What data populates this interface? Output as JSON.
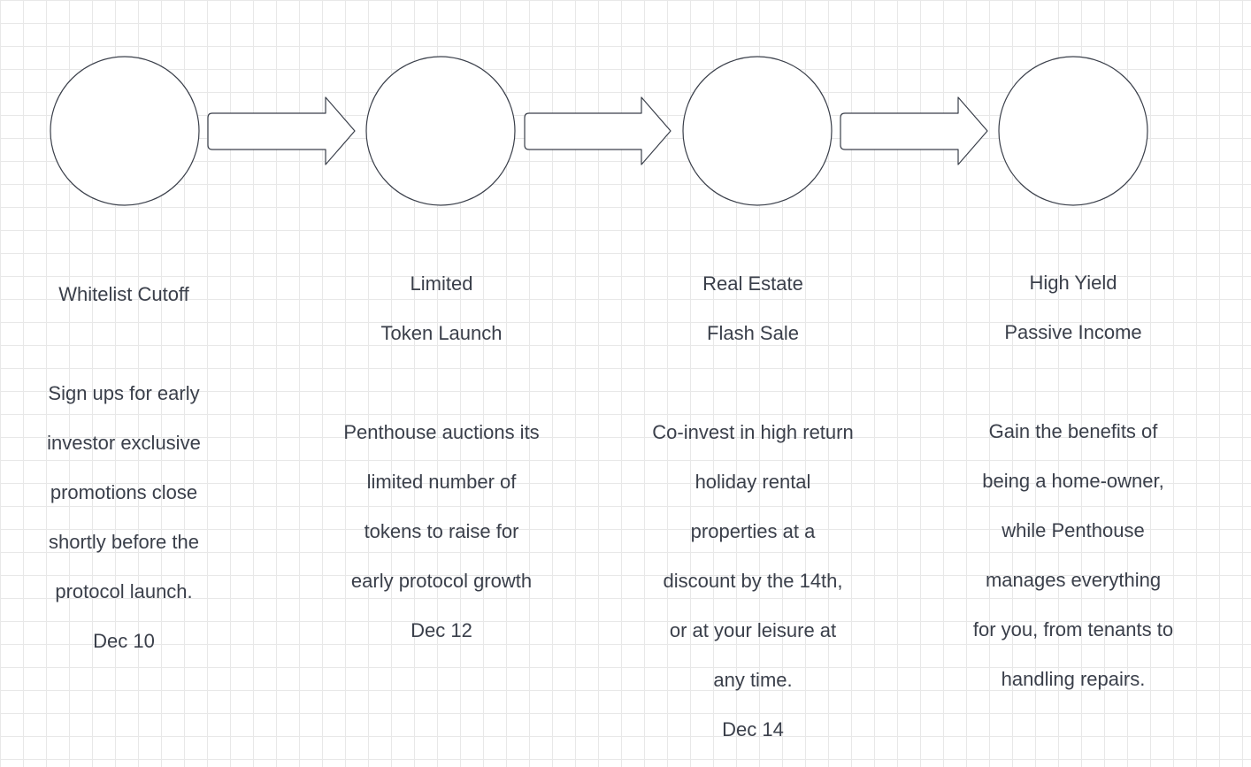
{
  "steps": [
    {
      "title_lines": [
        "Whitelist Cutoff"
      ],
      "desc_lines": [
        "Sign ups for early",
        "investor exclusive",
        "promotions close",
        "shortly before the",
        "protocol launch.",
        "Dec 10"
      ]
    },
    {
      "title_lines": [
        "Limited",
        "Token Launch"
      ],
      "desc_lines": [
        "Penthouse auctions its",
        "limited number of",
        "tokens to raise for",
        "early protocol growth",
        "Dec 12"
      ]
    },
    {
      "title_lines": [
        "Real Estate",
        "Flash Sale"
      ],
      "desc_lines": [
        "Co-invest in high return",
        "holiday rental",
        "properties at a",
        "discount by the 14th,",
        "or at your leisure at",
        "any time.",
        "Dec 14"
      ]
    },
    {
      "title_lines": [
        "High Yield",
        "Passive Income"
      ],
      "desc_lines": [
        "Gain the benefits of",
        "being a home-owner,",
        "while Penthouse",
        "manages everything",
        "for you, from tenants to",
        "handling repairs."
      ]
    }
  ],
  "colors": {
    "stroke": "#3a3f4a",
    "text": "#3a3f4a",
    "grid": "#e8e8e8",
    "background": "#ffffff"
  }
}
